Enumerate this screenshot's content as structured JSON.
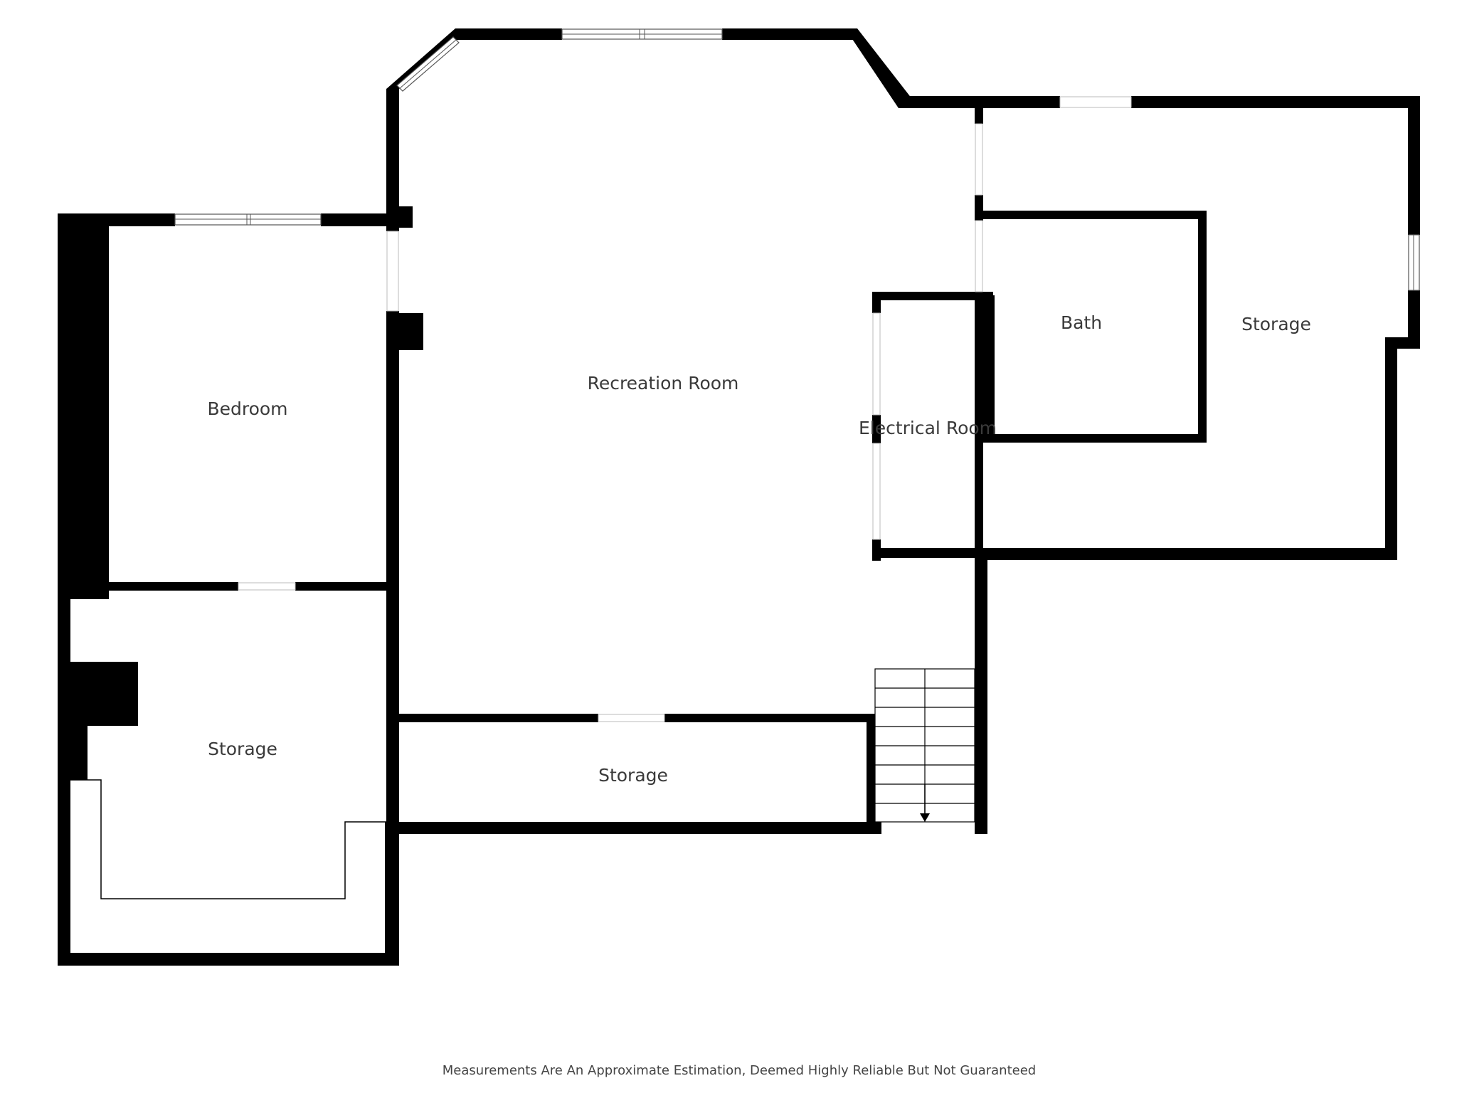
{
  "rooms": {
    "bedroom": "Bedroom",
    "recreation_room": "Recreation Room",
    "electrical_room": "Electrical Room",
    "bath": "Bath",
    "storage_east": "Storage",
    "storage_west": "Storage",
    "storage_south": "Storage"
  },
  "footer": {
    "disclaimer": "Measurements Are An Approximate Estimation, Deemed Highly Reliable But Not Guaranteed"
  },
  "colors": {
    "wall": "#000000",
    "label": "#3a3a3a",
    "background": "#ffffff"
  }
}
